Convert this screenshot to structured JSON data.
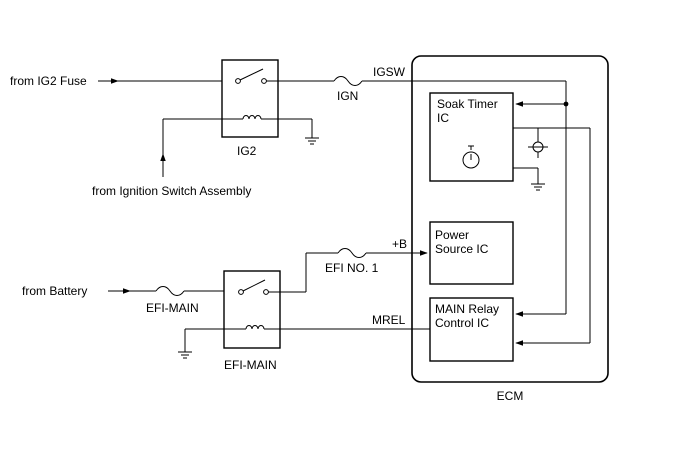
{
  "labels": {
    "from_ig2_fuse": "from IG2 Fuse",
    "igsw": "IGSW",
    "ign": "IGN",
    "ig2": "IG2",
    "from_ignition_switch": "from Ignition Switch Assembly",
    "soak_timer_line1": "Soak Timer",
    "soak_timer_line2": "IC",
    "plus_b": "+B",
    "efi_no1": "EFI NO. 1",
    "power_source_line1": "Power",
    "power_source_line2": "Source IC",
    "from_battery": "from Battery",
    "efi_main_fuse": "EFI-MAIN",
    "mrel": "MREL",
    "main_relay_line1": "MAIN Relay",
    "main_relay_line2": "Control IC",
    "efi_main_relay": "EFI-MAIN",
    "ecm": "ECM"
  },
  "icons": {
    "ground": "ground-icon",
    "fuse": "fuse-icon",
    "relay_switch": "relay-switch-icon",
    "relay_coil": "relay-coil-icon",
    "timer": "stopwatch-icon"
  }
}
